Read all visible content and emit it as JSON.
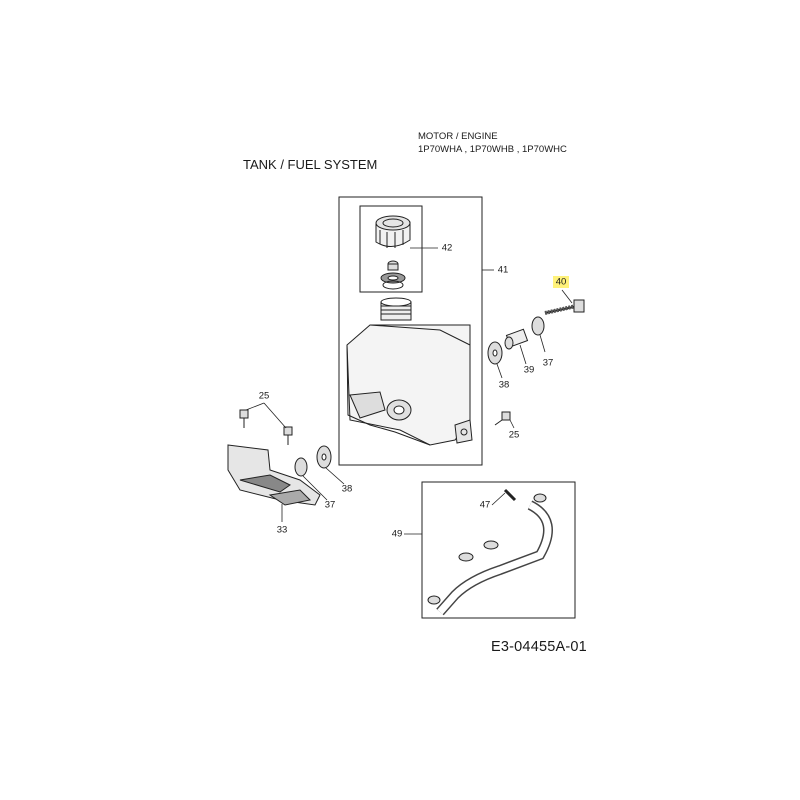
{
  "header": {
    "motor_label": "MOTOR / ENGINE",
    "models": "1P70WHA ,  1P70WHB ,  1P70WHC",
    "section_title": "TANK / FUEL SYSTEM"
  },
  "callouts": {
    "c42": "42",
    "c41": "41",
    "c40": "40",
    "c37a": "37",
    "c39": "39",
    "c38a": "38",
    "c25a": "25",
    "c25b": "25",
    "c38b": "38",
    "c37b": "37",
    "c33": "33",
    "c47": "47",
    "c49": "49"
  },
  "highlight_color": "#fff27a",
  "drawing_id": "E3-04455A-01"
}
